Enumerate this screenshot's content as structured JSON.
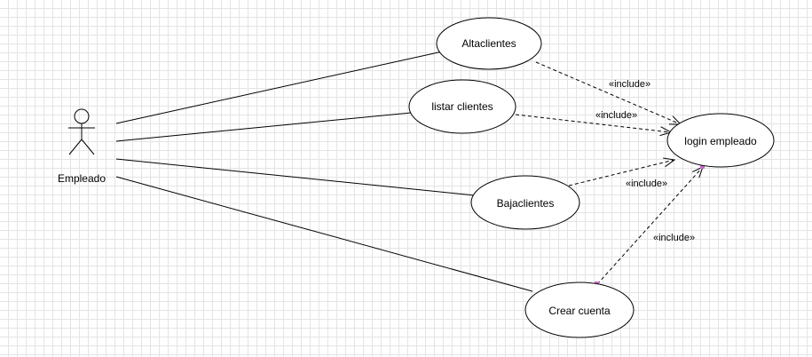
{
  "diagram": {
    "type": "use-case",
    "actor": {
      "label": "Empleado"
    },
    "use_cases": {
      "alta": "Altaclientes",
      "listar": "listar clientes",
      "baja": "Bajaclientes",
      "crear": "Crear cuenta",
      "login": "login empleado"
    },
    "associations": [
      {
        "from": "actor",
        "to": "alta"
      },
      {
        "from": "actor",
        "to": "listar"
      },
      {
        "from": "actor",
        "to": "baja"
      },
      {
        "from": "actor",
        "to": "crear"
      }
    ],
    "include_relations": [
      {
        "from": "alta",
        "to": "login",
        "label": "«include»"
      },
      {
        "from": "listar",
        "to": "login",
        "label": "«include»"
      },
      {
        "from": "baja",
        "to": "login",
        "label": "«include»"
      },
      {
        "from": "crear",
        "to": "login",
        "label": "«include»"
      }
    ],
    "colors": {
      "line": "#000000",
      "fill": "#ffffff",
      "handle": "#cc66cc"
    }
  }
}
